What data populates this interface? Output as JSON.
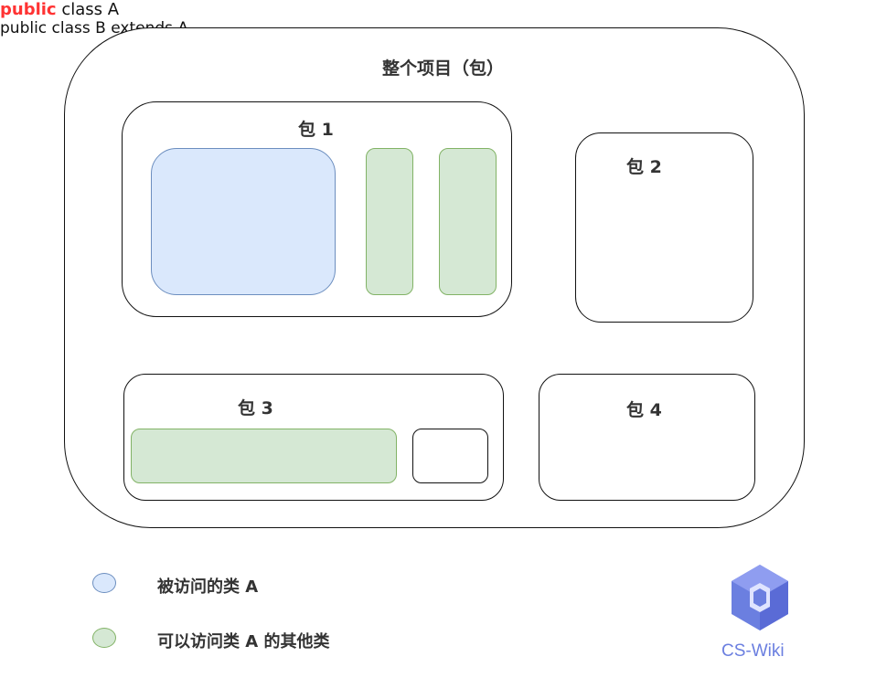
{
  "project": {
    "title": "整个项目（包）"
  },
  "package1": {
    "title": "包 1",
    "class_a": {
      "keyword": "public",
      "rest": " class A"
    }
  },
  "package2": {
    "title": "包 2"
  },
  "package3": {
    "title": "包 3",
    "class_b": {
      "text": "public class B extends A"
    }
  },
  "package4": {
    "title": "包 4"
  },
  "legend": {
    "items": [
      {
        "label": "被访问的类 A",
        "color": "#dae8fc",
        "border": "#6c8ebf"
      },
      {
        "label": "可以访问类 A 的其他类",
        "color": "#d5e8d4",
        "border": "#82b366"
      }
    ]
  },
  "logo": {
    "text": "CS-Wiki",
    "color": "#6b7fe0",
    "icon": "cube-logo-icon"
  }
}
